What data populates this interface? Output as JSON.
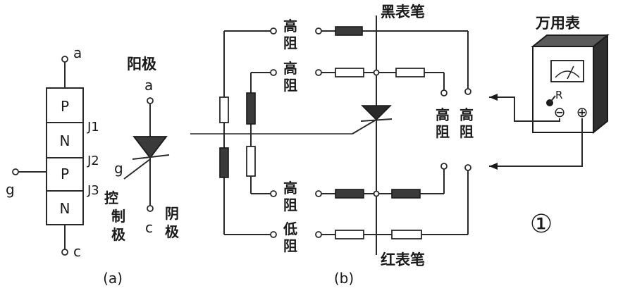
{
  "diagram_a": {
    "layers": [
      "P",
      "N",
      "P",
      "N"
    ],
    "junctions": [
      "J1",
      "J2",
      "J3"
    ],
    "terminal_anode": "a",
    "terminal_gate": "g",
    "terminal_cathode": "c",
    "caption": "(a)"
  },
  "symbol": {
    "anode_title": "阳极",
    "anode_letter": "a",
    "gate_letter": "g",
    "gate_title_1": "控",
    "gate_title_2": "制",
    "gate_title_3": "极",
    "cathode_letter": "c",
    "cathode_title_1": "阴",
    "cathode_title_2": "极"
  },
  "diagram_b": {
    "black_probe": "黑表笔",
    "red_probe": "红表笔",
    "high_res_1": "高",
    "high_res_2": "阻",
    "low_res_1": "低",
    "low_res_2": "阻",
    "meter_title": "万用表",
    "meter_r": "R",
    "meter_minus": "⊖",
    "meter_plus": "⊕",
    "figure_number": "①",
    "caption": "(b)"
  },
  "colors": {
    "ink": "#2a2a2a",
    "paper": "#ffffff",
    "dark_fill": "#3a3a3a"
  }
}
